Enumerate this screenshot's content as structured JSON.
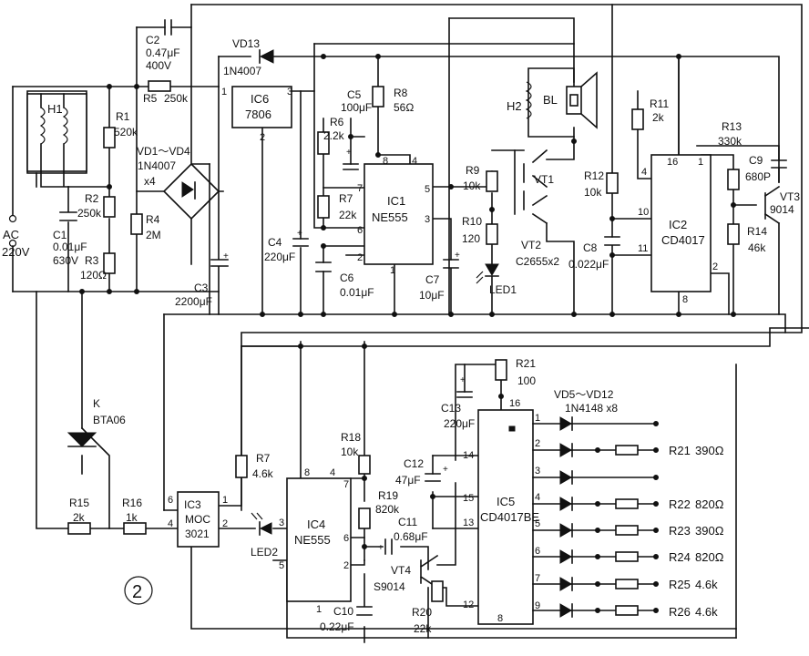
{
  "figure_number": "2",
  "mains": {
    "label": "AC",
    "voltage": "220V"
  },
  "components": {
    "H1": "H1",
    "R1": [
      "R1",
      "520k"
    ],
    "R2": [
      "R2",
      "250k"
    ],
    "R3": [
      "R3",
      "120Ω"
    ],
    "C1": [
      "C1",
      "0.01μF",
      "630V"
    ],
    "C2": [
      "C2",
      "0.47μF",
      "400V"
    ],
    "R5": [
      "R5",
      "250k"
    ],
    "bridge": [
      "VD1～VD4",
      "1N4007",
      "x4"
    ],
    "R4": [
      "R4",
      "2M"
    ],
    "C3": [
      "C3",
      "2200μF"
    ],
    "VD13": [
      "VD13",
      "1N4007"
    ],
    "IC6": [
      "IC6",
      "7806"
    ],
    "C4": [
      "C4",
      "220μF"
    ],
    "C5": [
      "C5",
      "100μF"
    ],
    "R8": [
      "R8",
      "56Ω"
    ],
    "R6": [
      "R6",
      "2.2k"
    ],
    "R7a": [
      "R7",
      "22k"
    ],
    "C6": [
      "C6",
      "0.01μF"
    ],
    "IC1": [
      "IC1",
      "NE555"
    ],
    "C7": [
      "C7",
      "10μF"
    ],
    "R9": [
      "R9",
      "10k"
    ],
    "R10": [
      "R10",
      "120"
    ],
    "LED1": "LED1",
    "H2": "H2",
    "BL": "BL",
    "VT1": "VT1",
    "VT2": [
      "VT2",
      "C2655x2"
    ],
    "R11": [
      "R11",
      "2k"
    ],
    "R12": [
      "R12",
      "10k"
    ],
    "C8": [
      "C8",
      "0.022μF"
    ],
    "IC2": [
      "IC2",
      "CD4017"
    ],
    "R13": [
      "R13",
      "330k"
    ],
    "C9": [
      "C9",
      "680P"
    ],
    "VT3": [
      "VT3",
      "9014"
    ],
    "R14": [
      "R14",
      "46k"
    ],
    "K": [
      "K",
      "BTA06"
    ],
    "R15": [
      "R15",
      "2k"
    ],
    "R16": [
      "R16",
      "1k"
    ],
    "IC3": [
      "IC3",
      "MOC",
      "3021"
    ],
    "R7b": [
      "R7",
      "4.6k"
    ],
    "LED2": "LED2",
    "IC4": [
      "IC4",
      "NE555"
    ],
    "R18": [
      "R18",
      "10k"
    ],
    "R19": [
      "R19",
      "820k"
    ],
    "C10": [
      "C10",
      "0.22μF"
    ],
    "C11": [
      "C11",
      "0.68μF"
    ],
    "VT4": [
      "VT4",
      "S9014"
    ],
    "R20": [
      "R20",
      "22k"
    ],
    "C12": [
      "C12",
      "47μF"
    ],
    "C13": [
      "C13",
      "220μF"
    ],
    "R21": [
      "R21",
      "100"
    ],
    "IC5": [
      "IC5",
      "CD4017BE"
    ],
    "diodes": [
      "VD5～VD12",
      "1N4148 x8"
    ],
    "out_resistors": [
      {
        "name": "R21",
        "value": "390Ω"
      },
      {
        "name": "R22",
        "value": "820Ω"
      },
      {
        "name": "R23",
        "value": "390Ω"
      },
      {
        "name": "R24",
        "value": "820Ω"
      },
      {
        "name": "R25",
        "value": "4.6k"
      },
      {
        "name": "R26",
        "value": "4.6k"
      }
    ]
  },
  "pins": {
    "ic6": [
      "1",
      "3",
      "2"
    ],
    "ic1": [
      "8",
      "4",
      "7",
      "6",
      "2",
      "5",
      "3",
      "1"
    ],
    "ic2": [
      "16",
      "1",
      "4",
      "10",
      "11",
      "2",
      "8"
    ],
    "ic3": [
      "6",
      "1",
      "4",
      "2"
    ],
    "ic4": [
      "8",
      "4",
      "7",
      "3",
      "6",
      "2",
      "5",
      "1"
    ],
    "ic5": [
      "16",
      "14",
      "15",
      "13",
      "12",
      "8",
      "1",
      "2",
      "3",
      "4",
      "5",
      "6",
      "7",
      "9"
    ]
  }
}
